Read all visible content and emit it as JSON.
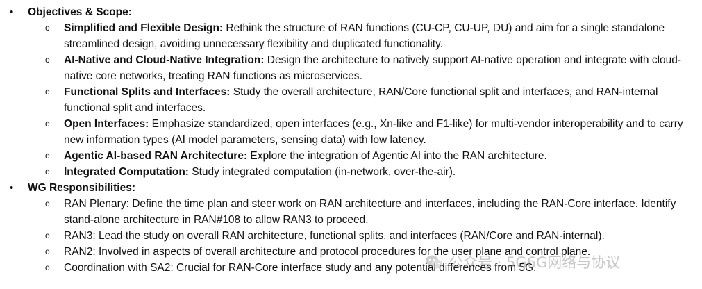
{
  "sections": [
    {
      "title": "Objectives & Scope:",
      "items": [
        {
          "title": "Simplified and Flexible Design:",
          "text": " Rethink the structure of RAN functions (CU-CP, CU-UP, DU) and aim for a single standalone streamlined design, avoiding unnecessary flexibility and duplicated functionality."
        },
        {
          "title": "AI-Native and Cloud-Native Integration:",
          "text": " Design the architecture to natively support AI-native operation and integrate with cloud-native core networks, treating RAN functions as microservices."
        },
        {
          "title": "Functional Splits and Interfaces:",
          "text": " Study the overall architecture, RAN/Core functional split and interfaces, and RAN-internal functional split and interfaces."
        },
        {
          "title": "Open Interfaces:",
          "text": " Emphasize standardized, open interfaces (e.g., Xn-like and F1-like) for multi-vendor interoperability and to carry new information types (AI model parameters, sensing data) with low latency."
        },
        {
          "title": "Agentic AI-based RAN Architecture:",
          "text": " Explore the integration of Agentic AI into the RAN architecture."
        },
        {
          "title": "Integrated Computation:",
          "text": " Study integrated computation (in-network, over-the-air)."
        }
      ]
    },
    {
      "title": "WG Responsibilities:",
      "items": [
        {
          "title": "",
          "text": "RAN Plenary: Define the time plan and steer work on RAN architecture and interfaces, including the RAN-Core interface. Identify stand-alone architecture in RAN#108 to allow RAN3 to proceed."
        },
        {
          "title": "",
          "text": "RAN3: Lead the study on overall RAN architecture, functional splits, and interfaces (RAN/Core and RAN-internal)."
        },
        {
          "title": "",
          "text": "RAN2: Involved in aspects of overall architecture and protocol procedures for the user plane and control plane."
        },
        {
          "title": "",
          "text": "Coordination with SA2: Crucial for RAN-Core interface study and any potential differences from 5G."
        }
      ]
    }
  ],
  "bullets": {
    "level1": "•",
    "level2": "o"
  },
  "watermark": {
    "text": "公众号 · 5G6G网络与协议",
    "icon": "wechat-icon"
  }
}
